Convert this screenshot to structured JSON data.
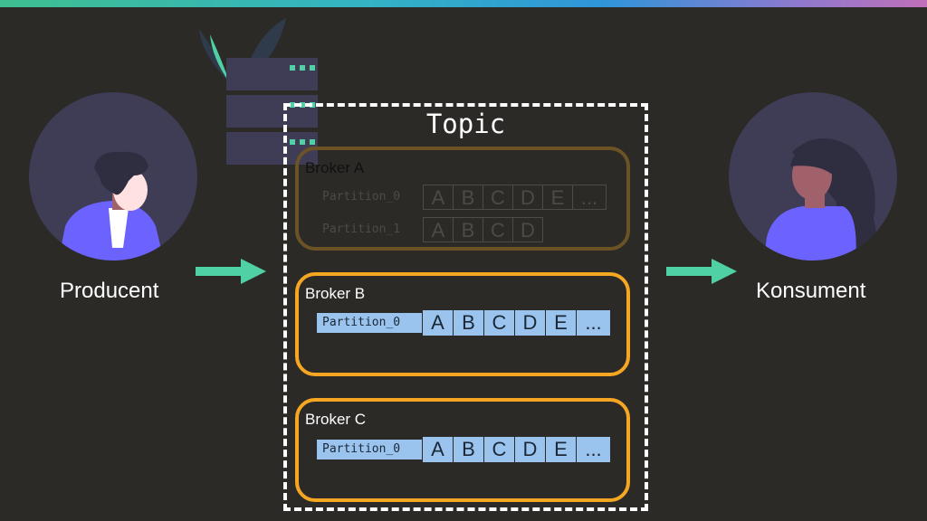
{
  "diagram": {
    "topic_title": "Topic",
    "producer_label": "Producent",
    "consumer_label": "Konsument",
    "colors": {
      "background": "#2b2a27",
      "accent_arrow": "#4fd1a5",
      "broker_border": "#f5a623",
      "partition_fill": "#9ac4ee",
      "avatar_circle": "#3f3d56",
      "person_shirt": "#6c63ff"
    },
    "brokers": [
      {
        "name": "Broker A",
        "state": "dimmed",
        "partitions": [
          {
            "label": "Partition_0",
            "cells": [
              "A",
              "B",
              "C",
              "D",
              "E",
              "..."
            ]
          },
          {
            "label": "Partition_1",
            "cells": [
              "A",
              "B",
              "C",
              "D"
            ]
          }
        ]
      },
      {
        "name": "Broker B",
        "state": "active",
        "partitions": [
          {
            "label": "Partition_0",
            "cells": [
              "A",
              "B",
              "C",
              "D",
              "E",
              "..."
            ]
          }
        ]
      },
      {
        "name": "Broker C",
        "state": "active",
        "partitions": [
          {
            "label": "Partition_0",
            "cells": [
              "A",
              "B",
              "C",
              "D",
              "E",
              "..."
            ]
          }
        ]
      }
    ],
    "icons": [
      "server-stack-icon",
      "leaf-icon",
      "producer-person-icon",
      "consumer-person-icon",
      "arrow-right-icon"
    ]
  }
}
